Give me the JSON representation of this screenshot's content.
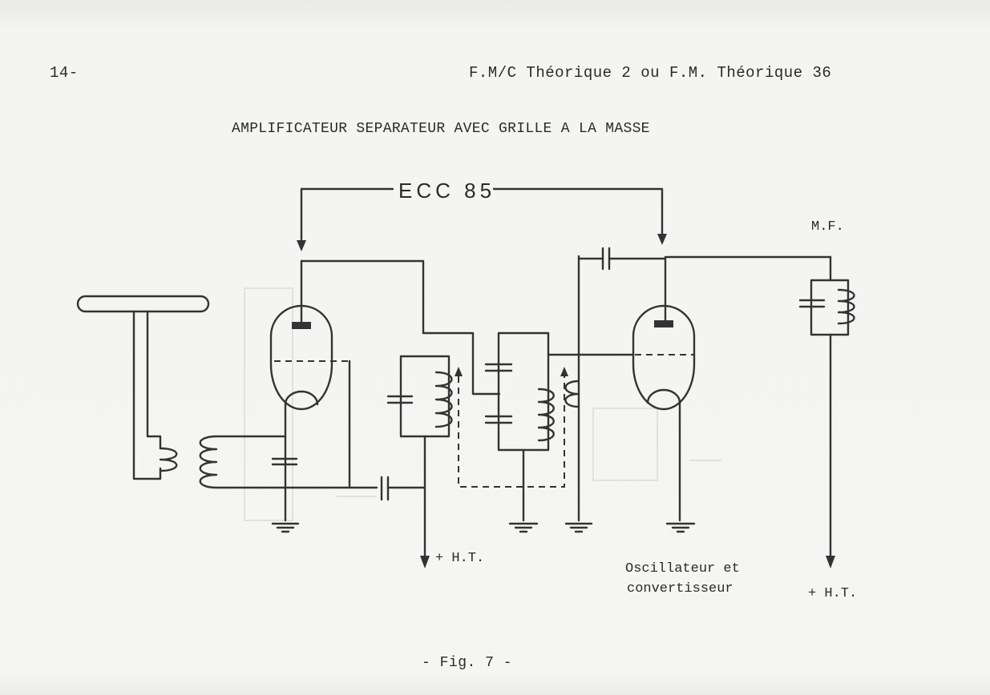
{
  "header": {
    "page_number": "14-",
    "running_head": "F.M/C Théorique 2  ou  F.M. Théorique 36"
  },
  "diagram": {
    "title": "AMPLIFICATEUR SEPARATEUR AVEC GRILLE A LA MASSE",
    "tube_label": "ECC 85",
    "supply_left_label": "+ H.T.",
    "if_label": "M.F.",
    "oscillator_label_line1": "Oscillateur et",
    "oscillator_label_line2": "convertisseur",
    "supply_right_label": "+ H.T."
  },
  "caption": "- Fig. 7 -"
}
